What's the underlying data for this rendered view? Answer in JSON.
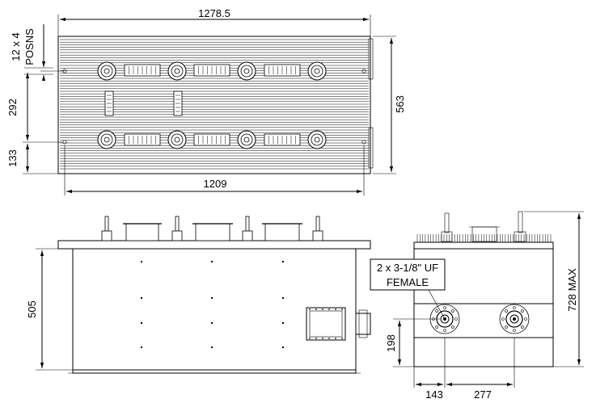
{
  "dimensions": {
    "top_width": "1278.5",
    "posns": "12 x 4",
    "posns_label": "POSNS",
    "height_563": "563",
    "spacing_292": "292",
    "spacing_133": "133",
    "width_1209": "1209",
    "height_505": "505",
    "height_728": "728 MAX",
    "offset_198": "198",
    "offset_143": "143",
    "offset_277": "277"
  },
  "callout": {
    "line1": "2 x 3-1/8\" UF",
    "line2": "FEMALE"
  }
}
